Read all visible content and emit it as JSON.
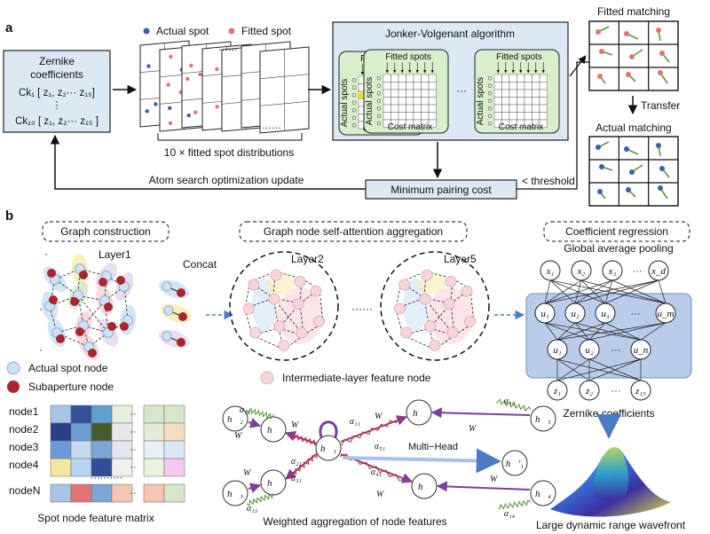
{
  "colors": {
    "actual": "#3d5fa8",
    "fitted": "#e57373",
    "green": "#5a9a3a",
    "box": "#dce9f5",
    "purple": "#7b3fa0",
    "red": "#d03030",
    "arrow_blue": "#4a7bc4"
  },
  "panel_a": {
    "label": "a",
    "zernike": {
      "title1": "Zernike",
      "title2": "coefficients",
      "ck1": "Ck₁ [ z₁, z₂··· z₁₅]",
      "dots": "⋮",
      "ck10": "Ck₁₀ [ z₁, z₂··· z₁₅ ]"
    },
    "legend": {
      "actual": "Actual spot",
      "fitted": "Fitted spot"
    },
    "stack_dots1": "……",
    "stack_dots2": "……",
    "stack_caption": "10 × fitted spot distributions",
    "jv": {
      "title": "Jonker-Volgenant algorithm",
      "fitted_spots": "Fitted spots",
      "actual_spots": "Actual spots",
      "cost_matrix": "Cost matrix",
      "ellipsis": "···"
    },
    "fitted_matching": "Fitted matching",
    "transfer": "Transfer",
    "actual_matching": "Actual matching",
    "min_cost": "Minimum pairing cost",
    "threshold": "< threshold",
    "update": "Atom search optimization update"
  },
  "panel_b": {
    "label": "b",
    "graph_construction": "Graph construction",
    "self_attention": "Graph node self-attention aggregation",
    "coef_regression": "Coefficient regression",
    "layer1": "Layer1",
    "concat": "Concat",
    "layer2": "Layer2",
    "layer5": "Layer5",
    "hdots": "······",
    "legend_actual": "Actual spot node",
    "legend_sub": "Subaperture node",
    "legend_inter": "Intermediate-layer feature node",
    "nodes": [
      "node1",
      "node2",
      "node3",
      "node4",
      "nodeN"
    ],
    "matrix_caption": "Spot node feature matrix",
    "gap": "global",
    "gap_label": "Global average pooling",
    "x_nodes": [
      "x1",
      "x2",
      "x3",
      "xd"
    ],
    "u_nodes_top": [
      "u1",
      "u2",
      "u3",
      "um"
    ],
    "u_nodes_bot": [
      "u1",
      "u2",
      "un"
    ],
    "z_nodes": [
      "z1",
      "z2",
      "z15"
    ],
    "zernike_coefs": "Zernike coefficients",
    "wavefront": "Large dynamic range wavefront",
    "multihead": "Multi−Head",
    "aggregation_caption": "Weighted aggregation of node features",
    "alphas": [
      "α12",
      "α21",
      "α11",
      "α15",
      "α51",
      "α31",
      "α13",
      "α41",
      "α14"
    ]
  }
}
